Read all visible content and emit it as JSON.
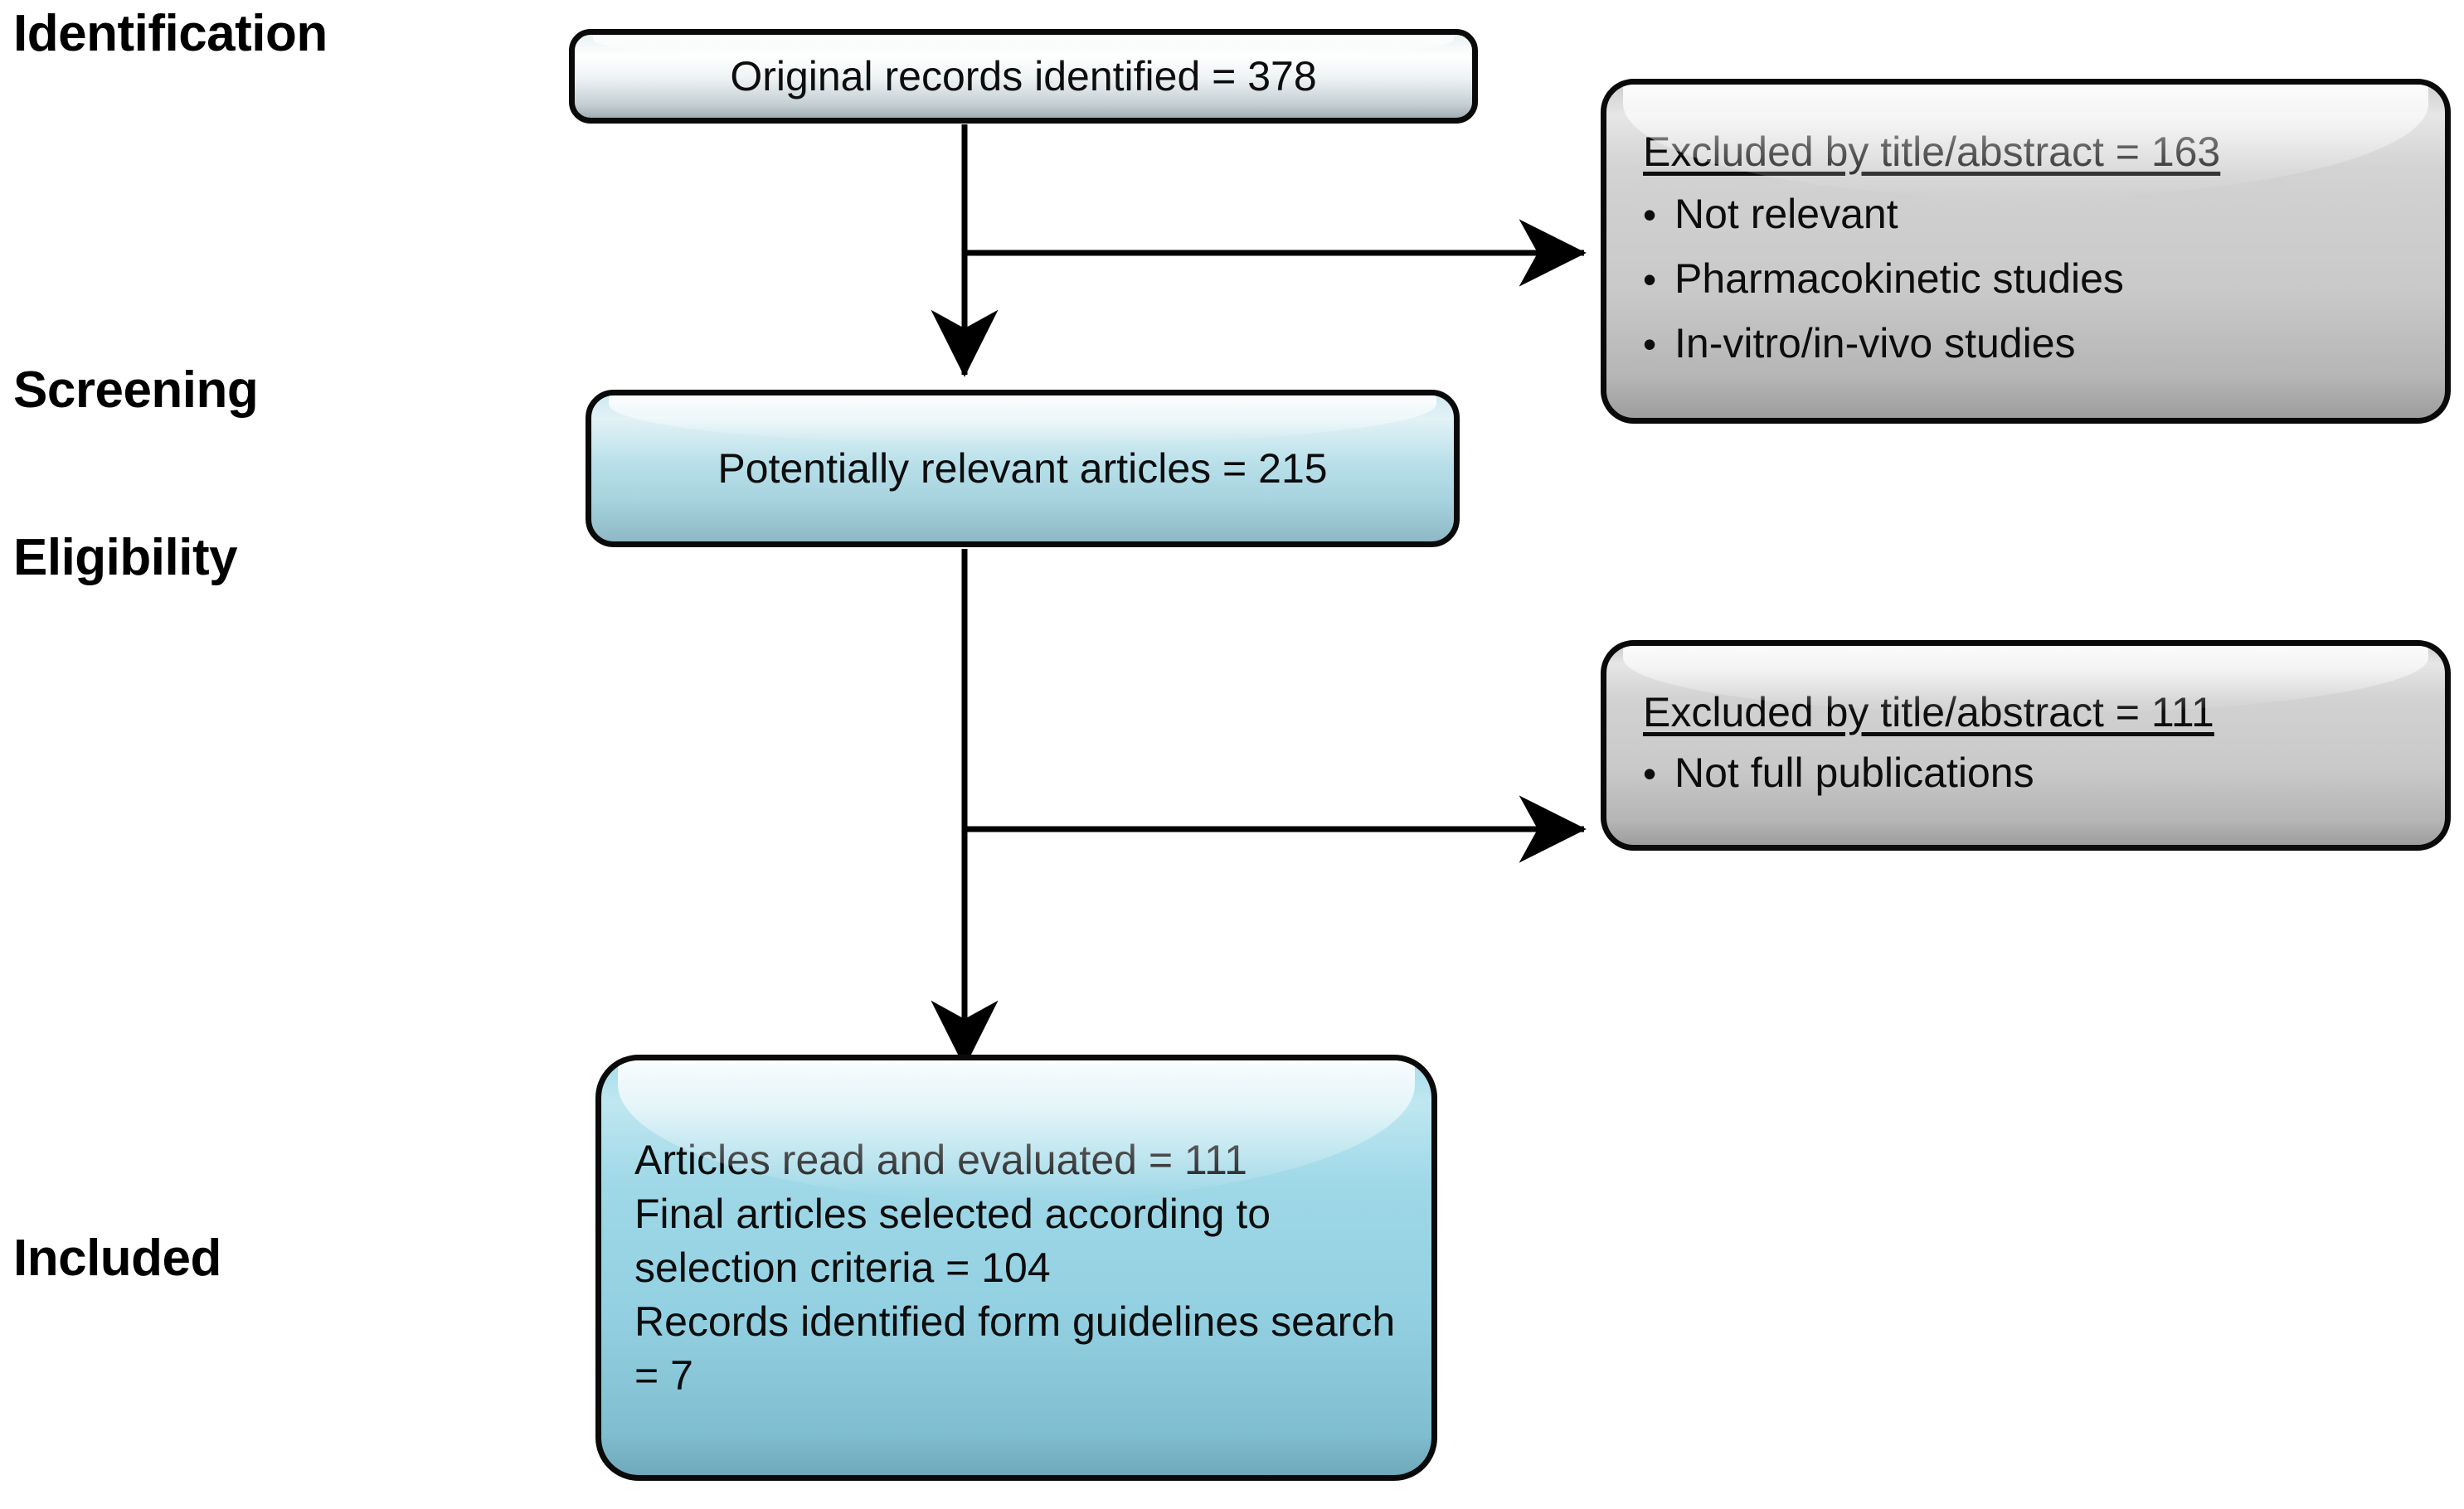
{
  "diagram": {
    "title": "PRISMA study selection flow diagram",
    "background": "#ffffff",
    "stages": [
      {
        "id": "identification",
        "label": "Identification"
      },
      {
        "id": "screening",
        "label": "Screening"
      },
      {
        "id": "eligibility",
        "label": "Eligibility"
      },
      {
        "id": "included",
        "label": "Included"
      }
    ],
    "boxes": {
      "identification": {
        "text": "Original records identified = 378",
        "fill": "#eef3f5",
        "count": 378
      },
      "screening": {
        "text": "Potentially relevant articles = 215",
        "fill": "#b7dfe9",
        "count": 215
      },
      "included": {
        "lines": [
          "Articles read and evaluated = 111",
          "Final articles selected according to selection criteria = 104",
          "Records identified form guidelines search = 7"
        ],
        "fill": "#9fd8e7",
        "counts": {
          "read_and_evaluated": 111,
          "final_selected": 104,
          "from_guidelines": 7
        }
      },
      "excluded_1": {
        "title": "Excluded by title/abstract = 163",
        "count": 163,
        "fill": "#c9c9c9",
        "reasons": [
          "Not relevant",
          "Pharmacokinetic studies",
          "In-vitro/in-vivo studies"
        ],
        "bullet": "•"
      },
      "excluded_2": {
        "title": "Excluded by title/abstract = 111",
        "count": 111,
        "fill": "#c9c9c9",
        "reasons": [
          "Not full publications"
        ],
        "bullet": "•"
      }
    },
    "connectors": {
      "stroke": "#000000",
      "arrow_down_1": {
        "from": "identification",
        "to": "screening"
      },
      "arrow_right_1": {
        "from": "identification",
        "to": "excluded_1"
      },
      "arrow_down_2": {
        "from": "screening",
        "to": "included"
      },
      "arrow_right_2": {
        "from": "screening",
        "to": "excluded_2"
      }
    }
  }
}
